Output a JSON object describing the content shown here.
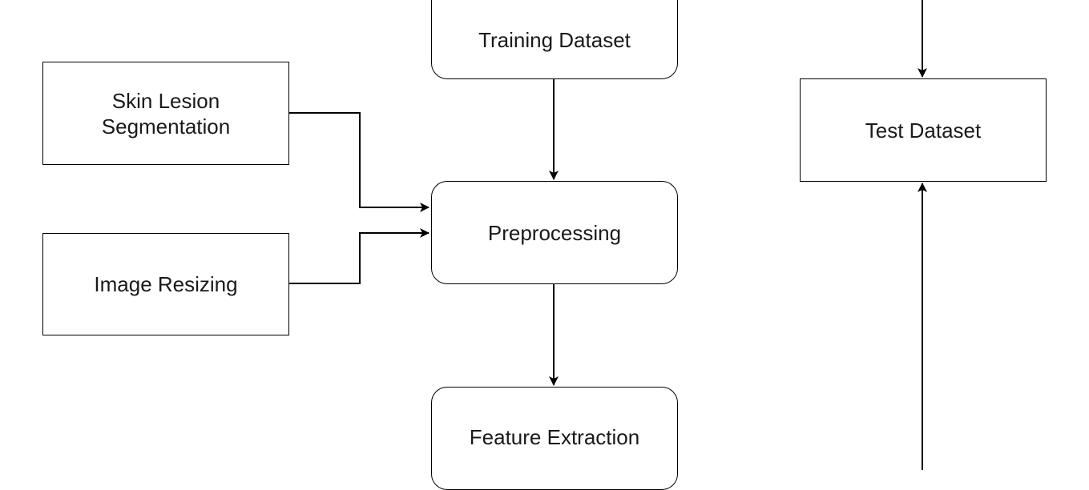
{
  "nodes": {
    "training_dataset": {
      "label": "Training Dataset",
      "shape": "rounded"
    },
    "skin_lesion_segmentation": {
      "label_line1": "Skin Lesion",
      "label_line2": "Segmentation",
      "shape": "rectangle"
    },
    "image_resizing": {
      "label": "Image Resizing",
      "shape": "rectangle"
    },
    "preprocessing": {
      "label": "Preprocessing",
      "shape": "rounded"
    },
    "feature_extraction": {
      "label": "Feature Extraction",
      "shape": "rounded"
    },
    "test_dataset": {
      "label": "Test Dataset",
      "shape": "rectangle"
    }
  },
  "edges": [
    {
      "from": "training_dataset",
      "to": "preprocessing"
    },
    {
      "from": "skin_lesion_segmentation",
      "to": "preprocessing"
    },
    {
      "from": "image_resizing",
      "to": "preprocessing"
    },
    {
      "from": "preprocessing",
      "to": "feature_extraction"
    },
    {
      "from": "offscreen-above",
      "to": "test_dataset"
    },
    {
      "from": "offscreen-below",
      "to": "test_dataset"
    }
  ],
  "colors": {
    "stroke": "#000000",
    "text": "#1a1a1a",
    "background": "#ffffff"
  }
}
